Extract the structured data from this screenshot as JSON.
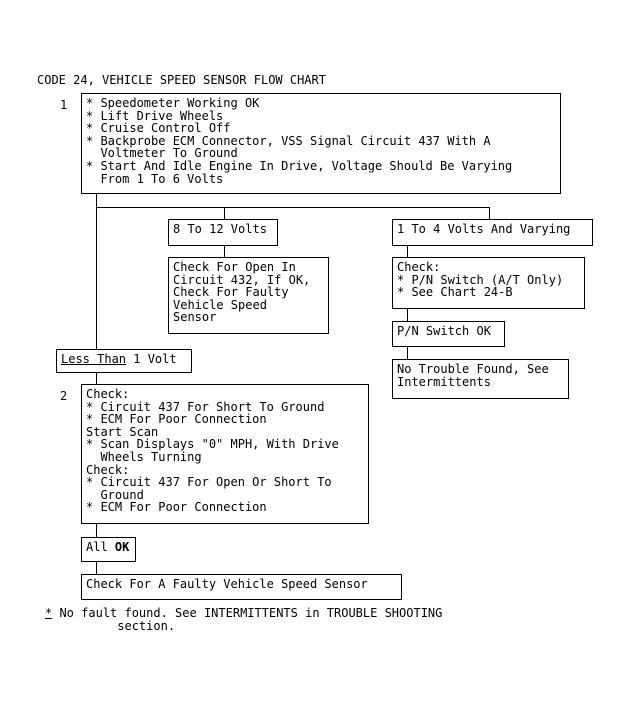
{
  "title": "CODE 24, VEHICLE SPEED SENSOR FLOW CHART",
  "step1": {
    "number": "1",
    "lines": [
      "* Speedometer Working OK",
      "* Lift Drive Wheels",
      "* Cruise Control Off",
      "* Backprobe ECM Connector, VSS Signal Circuit 437 With A",
      "  Voltmeter To Ground",
      "* Start And Idle Engine In Drive, Voltage Should Be Varying",
      "  From 1 To 6 Volts"
    ]
  },
  "branch_8to12": {
    "label": "8 To 12 Volts",
    "action": "Check For Open In\nCircuit 432, If OK,\nCheck For Faulty\nVehicle Speed\nSensor"
  },
  "branch_1to4": {
    "label": "1 To 4 Volts And Varying",
    "check": "Check:\n* P/N Switch (A/T Only)\n* See Chart 24-B",
    "pn_ok": "P/N Switch OK",
    "result": "No Trouble Found, See\nIntermittents"
  },
  "branch_less": {
    "label_underlined": "Less Than",
    "label_rest": " 1 Volt"
  },
  "step2": {
    "number": "2",
    "lines": [
      "Check:",
      "* Circuit 437 For Short To Ground",
      "* ECM For Poor Connection",
      "Start Scan",
      "* Scan Displays \"0\" MPH, With Drive",
      "  Wheels Turning",
      "Check:",
      "* Circuit 437 For Open Or Short To",
      "  Ground",
      "* ECM For Poor Connection"
    ]
  },
  "all_ok": {
    "label_plain": "All ",
    "label_bold": "OK"
  },
  "final": "Check For A Faulty Vehicle Speed Sensor",
  "footnote": {
    "marker": "*",
    "text": " No fault found. See INTERMITTENTS in TROUBLE SHOOTING\n          section."
  }
}
